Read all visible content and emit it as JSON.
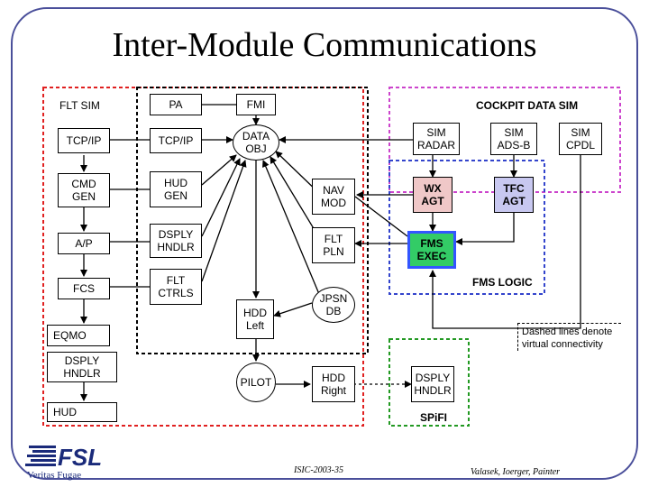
{
  "title": "Inter-Module Communications",
  "flt_sim": {
    "label": "FLT SIM",
    "tcp": "TCP/IP",
    "cmd_gen": "CMD\nGEN",
    "ap": "A/P",
    "fcs": "FCS",
    "eqmo": "EQMO"
  },
  "center": {
    "pa": "PA",
    "tcp": "TCP/IP",
    "hud_gen": "HUD\nGEN",
    "dsply_hndlr": "DSPLY\nHNDLR",
    "flt_ctrls": "FLT\nCTRLS",
    "fmi": "FMI",
    "data_obj": "DATA\nOBJ",
    "hdd_left": "HDD\nLeft",
    "pilot": "PILOT",
    "nav_mod": "NAV\nMOD",
    "flt_pln": "FLT\nPLN",
    "jpsn_db": "JPSN\nDB",
    "hdd_right": "HDD\nRight"
  },
  "cockpit": {
    "label": "COCKPIT DATA SIM",
    "sim_radar": "SIM\nRADAR",
    "sim_ads_b": "SIM\nADS-B",
    "sim_cpdl": "SIM\nCPDL"
  },
  "fms_logic": {
    "label": "FMS LOGIC",
    "wx_agt": "WX\nAGT",
    "tfc_agt": "TFC\nAGT",
    "fms_exec": "FMS\nEXEC"
  },
  "hud_group": {
    "dsply_hndlr": "DSPLY\nHNDLR",
    "hud": "HUD"
  },
  "spifi": {
    "dsply_hndlr": "DSPLY\nHNDLR",
    "label": "SPiFI"
  },
  "note": "Dashed lines denote\nvirtual connectivity",
  "footer": {
    "center": "ISIC-2003-35",
    "right": "Valasek, Ioerger, Painter"
  },
  "logo": {
    "mark": "FSL",
    "motto": "Veritas Fugae"
  },
  "colors": {
    "frame": "#4a4f9a",
    "flt_sim_group": "#e02020",
    "center_group": "#000000",
    "cockpit_group": "#cc44cc",
    "fms_logic_group": "#3344cc",
    "spifi_group": "#229922",
    "wx_agt_fill": "#f0c8c8",
    "tfc_agt_fill": "#c8c8f0",
    "fms_exec_fill": "#33cc66",
    "fms_exec_border": "#3355ff",
    "logo": "#1a2a7a"
  }
}
